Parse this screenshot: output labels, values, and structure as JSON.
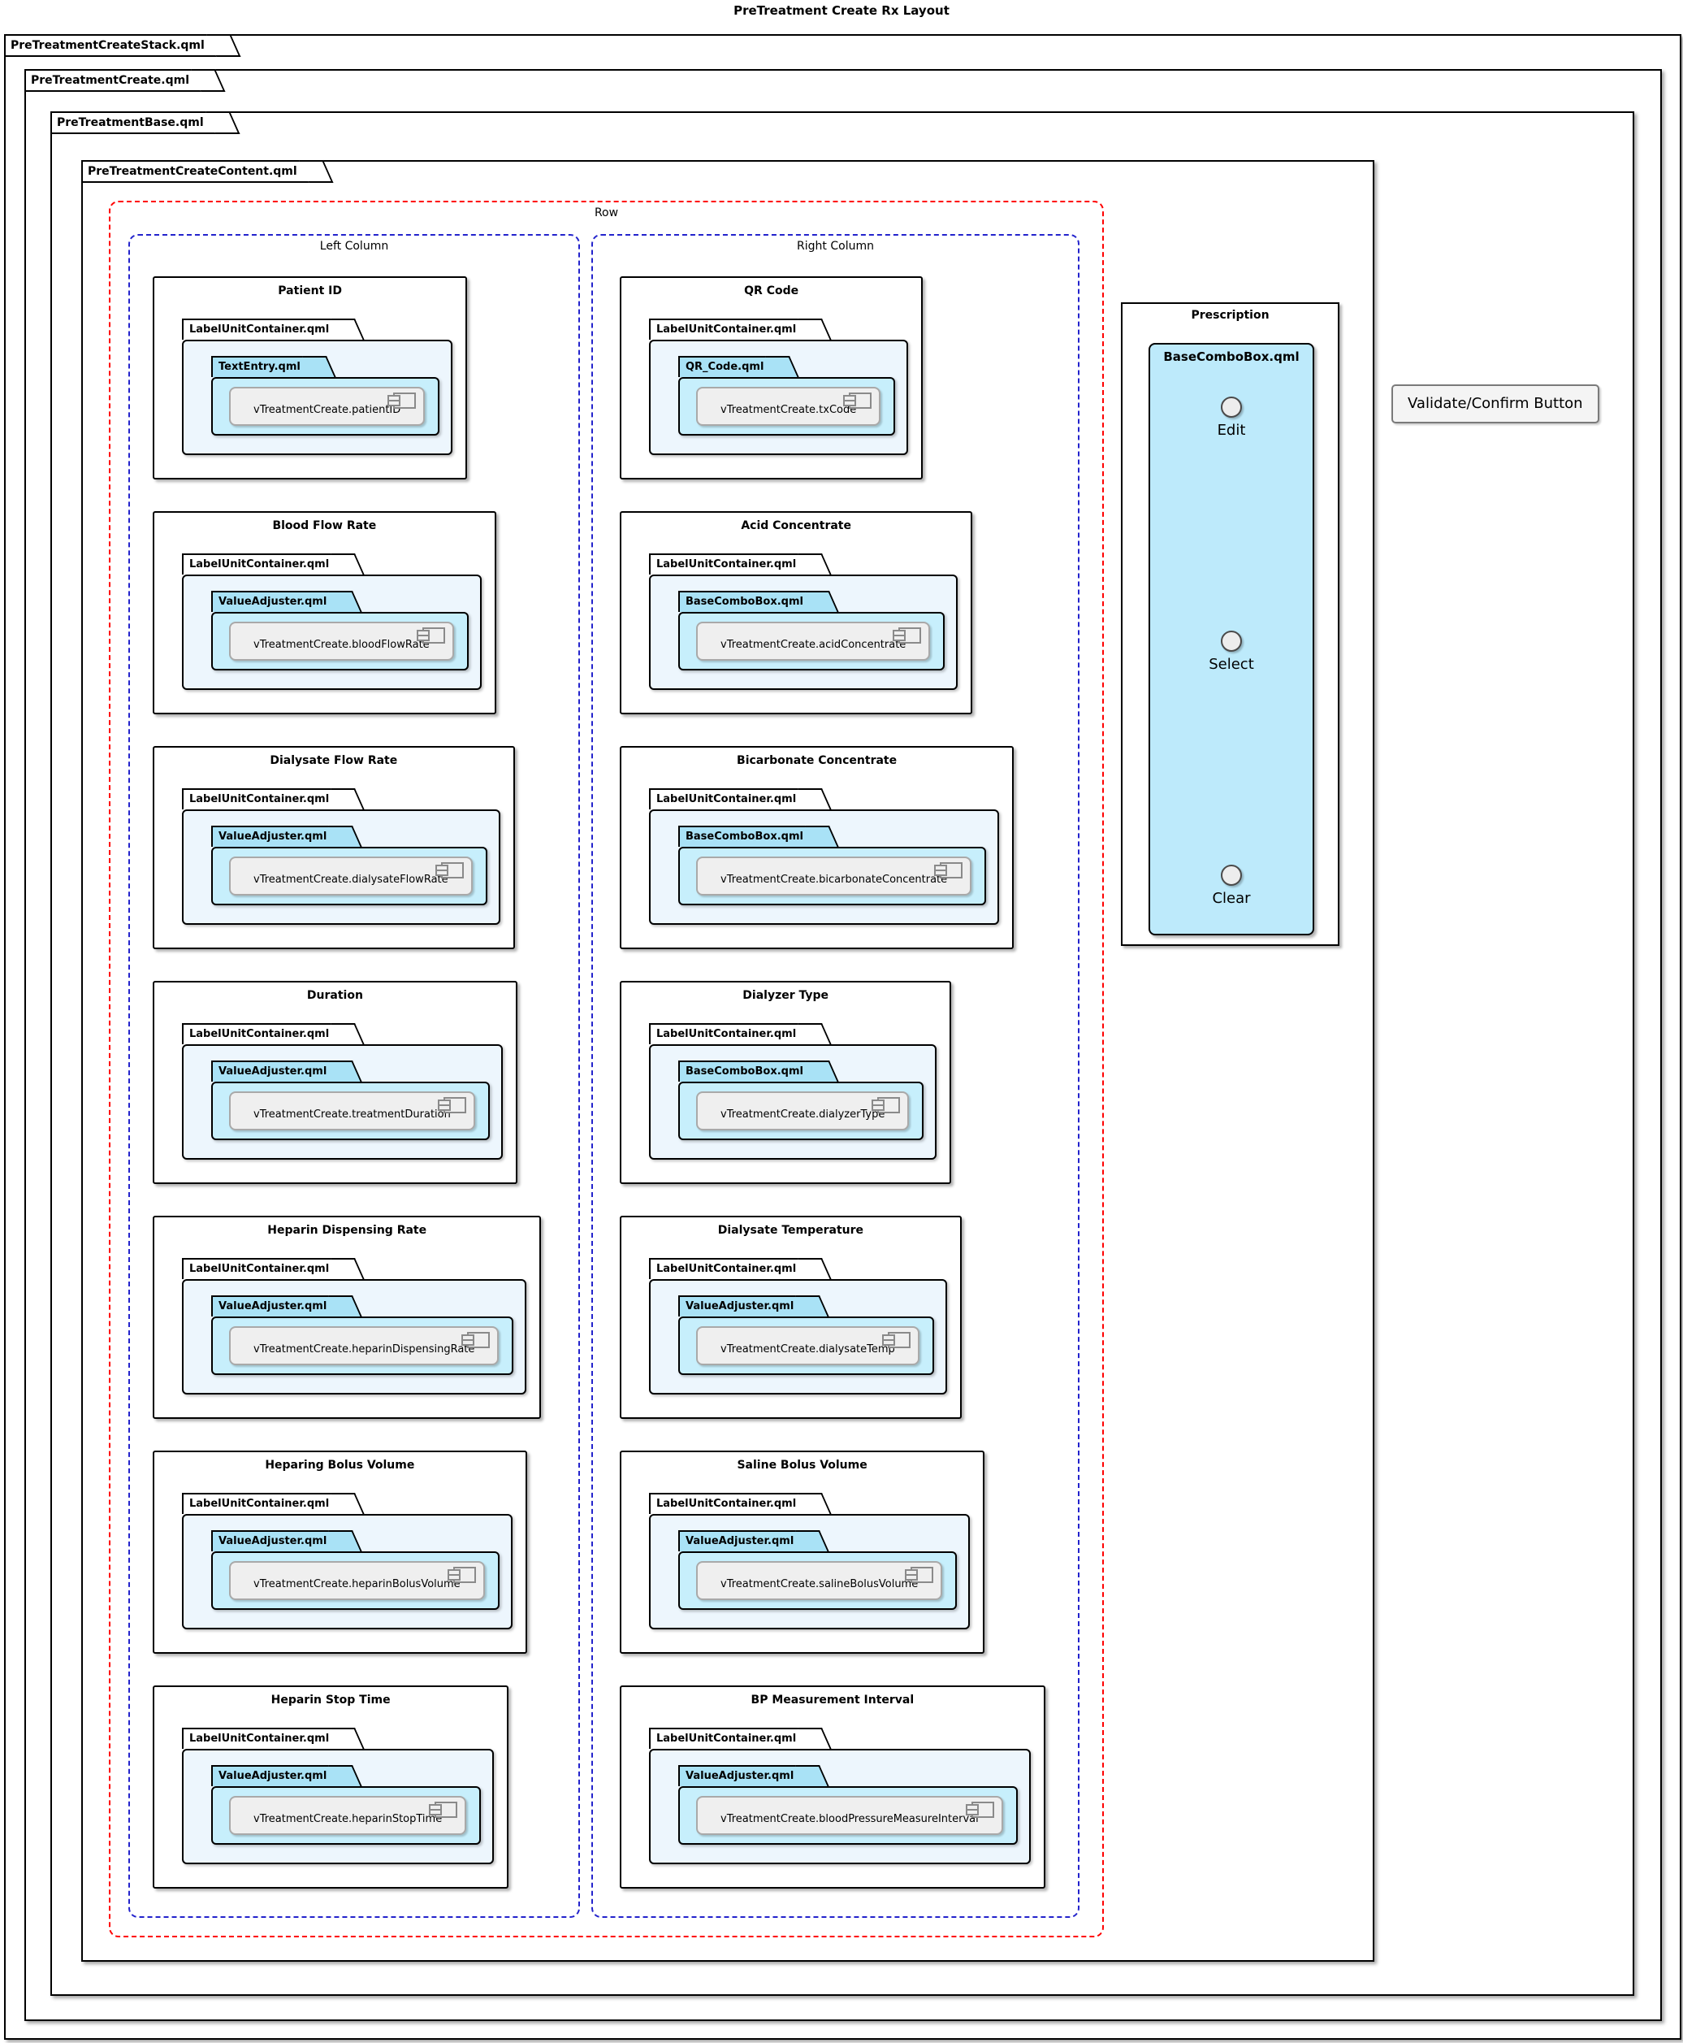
{
  "diagram_title": "PreTreatment Create Rx Layout",
  "frames": {
    "stack": "PreTreatmentCreateStack.qml",
    "create": "PreTreatmentCreate.qml",
    "base": "PreTreatmentBase.qml",
    "content": "PreTreatmentCreateContent.qml"
  },
  "row": {
    "label": "Row",
    "left_column": {
      "label": "Left Column",
      "fields": [
        {
          "title": "Patient ID",
          "container": "LabelUnitContainer.qml",
          "control": "TextEntry.qml",
          "component": "vTreatmentCreate.patientID"
        },
        {
          "title": "Blood Flow Rate",
          "container": "LabelUnitContainer.qml",
          "control": "ValueAdjuster.qml",
          "component": "vTreatmentCreate.bloodFlowRate"
        },
        {
          "title": "Dialysate Flow Rate",
          "container": "LabelUnitContainer.qml",
          "control": "ValueAdjuster.qml",
          "component": "vTreatmentCreate.dialysateFlowRate"
        },
        {
          "title": "Duration",
          "container": "LabelUnitContainer.qml",
          "control": "ValueAdjuster.qml",
          "component": "vTreatmentCreate.treatmentDuration"
        },
        {
          "title": "Heparin Dispensing Rate",
          "container": "LabelUnitContainer.qml",
          "control": "ValueAdjuster.qml",
          "component": "vTreatmentCreate.heparinDispensingRate"
        },
        {
          "title": "Heparing Bolus Volume",
          "container": "LabelUnitContainer.qml",
          "control": "ValueAdjuster.qml",
          "component": "vTreatmentCreate.heparinBolusVolume"
        },
        {
          "title": "Heparin Stop Time",
          "container": "LabelUnitContainer.qml",
          "control": "ValueAdjuster.qml",
          "component": "vTreatmentCreate.heparinStopTime"
        }
      ]
    },
    "right_column": {
      "label": "Right Column",
      "fields": [
        {
          "title": "QR Code",
          "container": "LabelUnitContainer.qml",
          "control": "QR_Code.qml",
          "component": "vTreatmentCreate.txCode"
        },
        {
          "title": "Acid Concentrate",
          "container": "LabelUnitContainer.qml",
          "control": "BaseComboBox.qml",
          "component": "vTreatmentCreate.acidConcentrate"
        },
        {
          "title": "Bicarbonate Concentrate",
          "container": "LabelUnitContainer.qml",
          "control": "BaseComboBox.qml",
          "component": "vTreatmentCreate.bicarbonateConcentrate"
        },
        {
          "title": "Dialyzer Type",
          "container": "LabelUnitContainer.qml",
          "control": "BaseComboBox.qml",
          "component": "vTreatmentCreate.dialyzerType"
        },
        {
          "title": "Dialysate Temperature",
          "container": "LabelUnitContainer.qml",
          "control": "ValueAdjuster.qml",
          "component": "vTreatmentCreate.dialysateTemp"
        },
        {
          "title": "Saline Bolus Volume",
          "container": "LabelUnitContainer.qml",
          "control": "ValueAdjuster.qml",
          "component": "vTreatmentCreate.salineBolusVolume"
        },
        {
          "title": "BP Measurement Interval",
          "container": "LabelUnitContainer.qml",
          "control": "ValueAdjuster.qml",
          "component": "vTreatmentCreate.bloodPressureMeasureInterval"
        }
      ]
    }
  },
  "prescription": {
    "title": "Prescription",
    "combobox": {
      "name": "BaseComboBox.qml",
      "interfaces": [
        "Edit",
        "Select",
        "Clear"
      ]
    }
  },
  "validate_button_label": "Validate/Confirm Button",
  "colors": {
    "row_border": "#FF0000",
    "column_border": "#2323CC",
    "package_tab_blue": "#A9E2F6",
    "package_body_blue": "#C7EFFC",
    "container_body_blue": "#EDF6FD",
    "combobox_fill": "#BDEAFB",
    "component_fill": "#EFEFEF"
  }
}
